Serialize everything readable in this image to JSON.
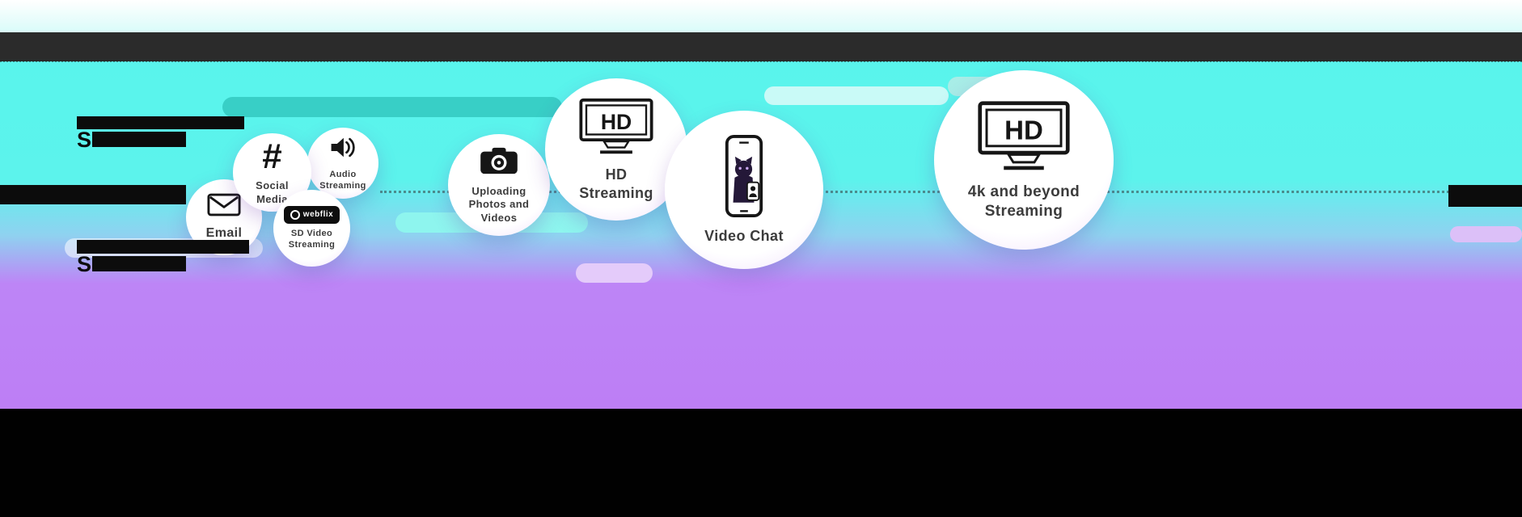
{
  "bubbles": [
    {
      "label": "Email",
      "icon": "envelope-icon"
    },
    {
      "label": "Social Media",
      "icon": "hashtag-icon",
      "hashtag": "#"
    },
    {
      "label": "Audio Streaming",
      "icon": "speaker-icon"
    },
    {
      "label": "SD Video Streaming",
      "icon": "webflix-logo-icon",
      "logo_text": "webflix"
    },
    {
      "label": "Uploading Photos and Videos",
      "icon": "camera-icon"
    },
    {
      "label": "HD Streaming",
      "icon": "hd-tv-icon",
      "tv_label": "HD"
    },
    {
      "label": "Video Chat",
      "icon": "video-chat-phone-icon"
    },
    {
      "label": "4k and beyond Streaming",
      "icon": "hd-tv-icon",
      "tv_label": "HD"
    }
  ],
  "redacted_text": {
    "visible_letter": "S"
  },
  "colors": {
    "cyan": "#59f4ec",
    "purple": "#bd7ef5",
    "header_bar": "#2b2b2b",
    "footer_bar": "#010101",
    "teal_pill": "#38cfc6",
    "light_cyan_pill": "#8ef5ee",
    "lavender_pill": "#e4cbfa",
    "bubble_fill": "#ffffff",
    "icon_ink": "#161616"
  }
}
